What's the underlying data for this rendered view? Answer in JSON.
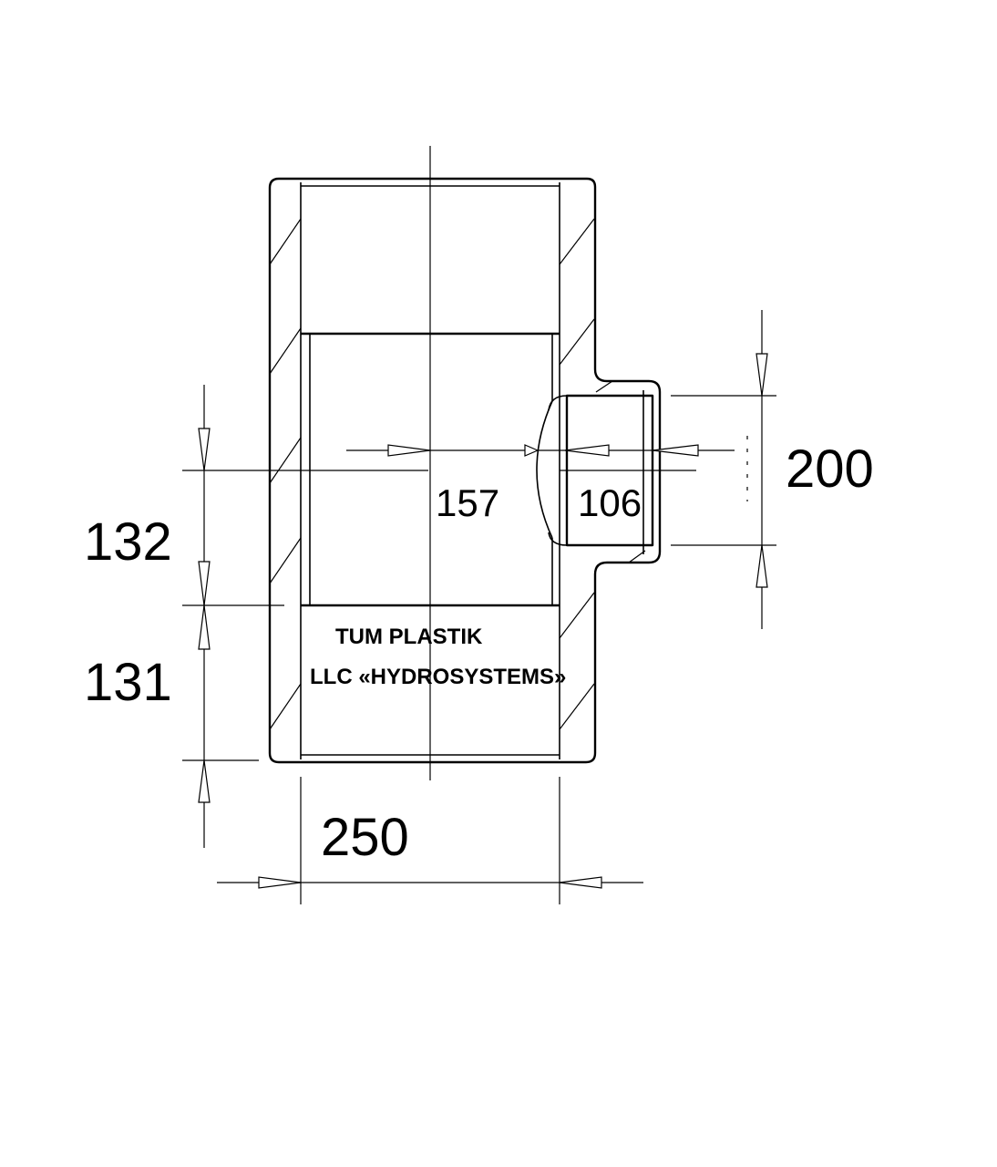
{
  "drawing": {
    "dimensions": {
      "body_width": "250",
      "branch_diameter": "200",
      "branch_height_lower": "131",
      "branch_height_upper": "132",
      "half_depth": "157",
      "branch_depth": "106"
    },
    "label": {
      "line1": "TUM PLASTIK",
      "line2": "LLC «HYDROSYSTEMS»"
    }
  }
}
